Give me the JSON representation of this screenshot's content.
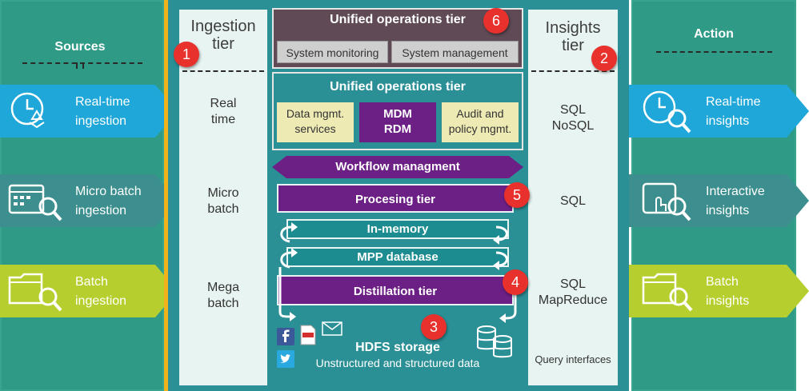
{
  "sources": {
    "title": "Sources",
    "items": [
      {
        "label_line1": "Real-time",
        "label_line2": "ingestion",
        "icon": "clock-recycle-icon"
      },
      {
        "label_line1": "Micro batch",
        "label_line2": "ingestion",
        "icon": "calendar-magnifier-icon"
      },
      {
        "label_line1": "Batch",
        "label_line2": "ingestion",
        "icon": "folder-magnifier-icon"
      }
    ]
  },
  "action": {
    "title": "Action",
    "items": [
      {
        "label_line1": "Real-time",
        "label_line2": "insights",
        "icon": "clock-magnifier-icon"
      },
      {
        "label_line1": "Interactive",
        "label_line2": "insights",
        "icon": "touch-magnifier-icon"
      },
      {
        "label_line1": "Batch",
        "label_line2": "insights",
        "icon": "folder-magnifier-icon"
      }
    ]
  },
  "ingestion_tier": {
    "title_line1": "Ingestion",
    "title_line2": "tier",
    "items": [
      {
        "line1": "Real",
        "line2": "time"
      },
      {
        "line1": "Micro",
        "line2": "batch"
      },
      {
        "line1": "Mega",
        "line2": "batch"
      }
    ]
  },
  "insights_tier": {
    "title_line1": "Insights",
    "title_line2": "tier",
    "items": [
      {
        "line1": "SQL",
        "line2": "NoSQL"
      },
      {
        "line1": "SQL",
        "line2": ""
      },
      {
        "line1": "SQL",
        "line2": "MapReduce"
      }
    ],
    "footer": "Query interfaces"
  },
  "top_panel": {
    "title": "Unified operations tier",
    "buttons": [
      "System monitoring",
      "System management"
    ]
  },
  "mid_panel": {
    "title": "Unified operations tier",
    "data_mgmt_line1": "Data mgmt.",
    "data_mgmt_line2": "services",
    "mdm_line1": "MDM",
    "mdm_line2": "RDM",
    "audit_line1": "Audit and",
    "audit_line2": "policy mgmt."
  },
  "workflow": "Workflow managment",
  "processing": "Procesing tier",
  "in_memory": "In-memory",
  "mpp": "MPP database",
  "distillation": "Distillation tier",
  "hdfs": {
    "title": "HDFS storage",
    "subtitle": "Unstructured and structured data",
    "icons": [
      "facebook-icon",
      "pdf-icon",
      "mail-icon",
      "twitter-icon",
      "database-icon"
    ]
  },
  "markers": [
    "1",
    "2",
    "3",
    "4",
    "5",
    "6"
  ],
  "colors": {
    "panel_green": "#2f9a86",
    "center_teal": "#2b8f96",
    "blue": "#1ea7d8",
    "teal": "#3d8f8f",
    "lime": "#b7cf2e",
    "purple": "#6c1f84",
    "cream": "#eeeab4",
    "marker_red": "#e8302c",
    "stripe_orange": "#f0b31a"
  }
}
